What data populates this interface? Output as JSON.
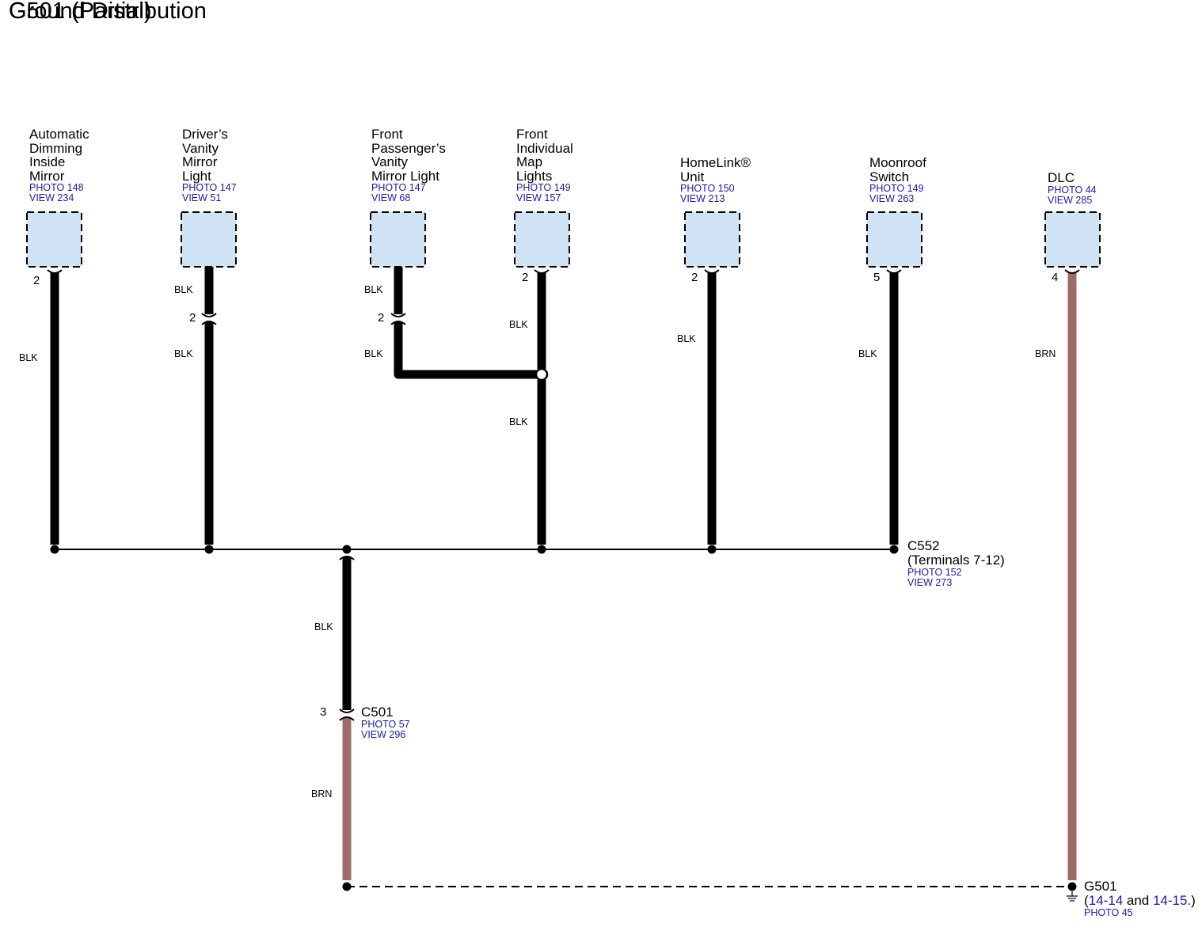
{
  "title": "Ground Distribution",
  "subtitle": "G501 (Partial)",
  "components": [
    {
      "name": "Automatic\nDimming\nInside\nMirror",
      "photo": "PHOTO 148",
      "view": "VIEW 234",
      "pin": "2",
      "wire": "BLK"
    },
    {
      "name": "Driver’s\nVanity\nMirror\nLight",
      "photo": "PHOTO 147",
      "view": "VIEW 51",
      "pin": "2",
      "wire_upper": "BLK",
      "wire_lower": "BLK"
    },
    {
      "name": "Front\nPassenger’s\nVanity\nMirror Light",
      "photo": "PHOTO 147",
      "view": "VIEW 68",
      "pin": "2",
      "wire_upper": "BLK",
      "wire_lower": "BLK"
    },
    {
      "name": "Front\nIndividual\nMap\nLights",
      "photo": "PHOTO 149",
      "view": "VIEW 157",
      "pin": "2",
      "wire_upper": "BLK",
      "wire_lower": "BLK"
    },
    {
      "name": "HomeLink®\nUnit",
      "photo": "PHOTO 150",
      "view": "VIEW 213",
      "pin": "2",
      "wire": "BLK"
    },
    {
      "name": "Moonroof\nSwitch",
      "photo": "PHOTO 149",
      "view": "VIEW 263",
      "pin": "5",
      "wire": "BLK"
    },
    {
      "name": "DLC",
      "photo": "PHOTO 44",
      "view": "VIEW 285",
      "pin": "4",
      "wire": "BRN"
    }
  ],
  "c552": {
    "name": "C552",
    "detail": "(Terminals 7-12)",
    "photo": "PHOTO 152",
    "view": "VIEW 273"
  },
  "c501": {
    "name": "C501",
    "pin": "3",
    "photo": "PHOTO 57",
    "view": "VIEW 296",
    "wire_upper": "BLK",
    "wire_lower": "BRN"
  },
  "g501": {
    "name": "G501",
    "open": "(",
    "ref1": "14-14",
    "and": " and ",
    "ref2": "14-15.",
    "close": ")",
    "photo": "PHOTO 45"
  },
  "colors": {
    "blk": "#000000",
    "brn": "#9e6b68",
    "box_fill": "#cfe3f5",
    "ref_blue": "#1a1aa6"
  }
}
